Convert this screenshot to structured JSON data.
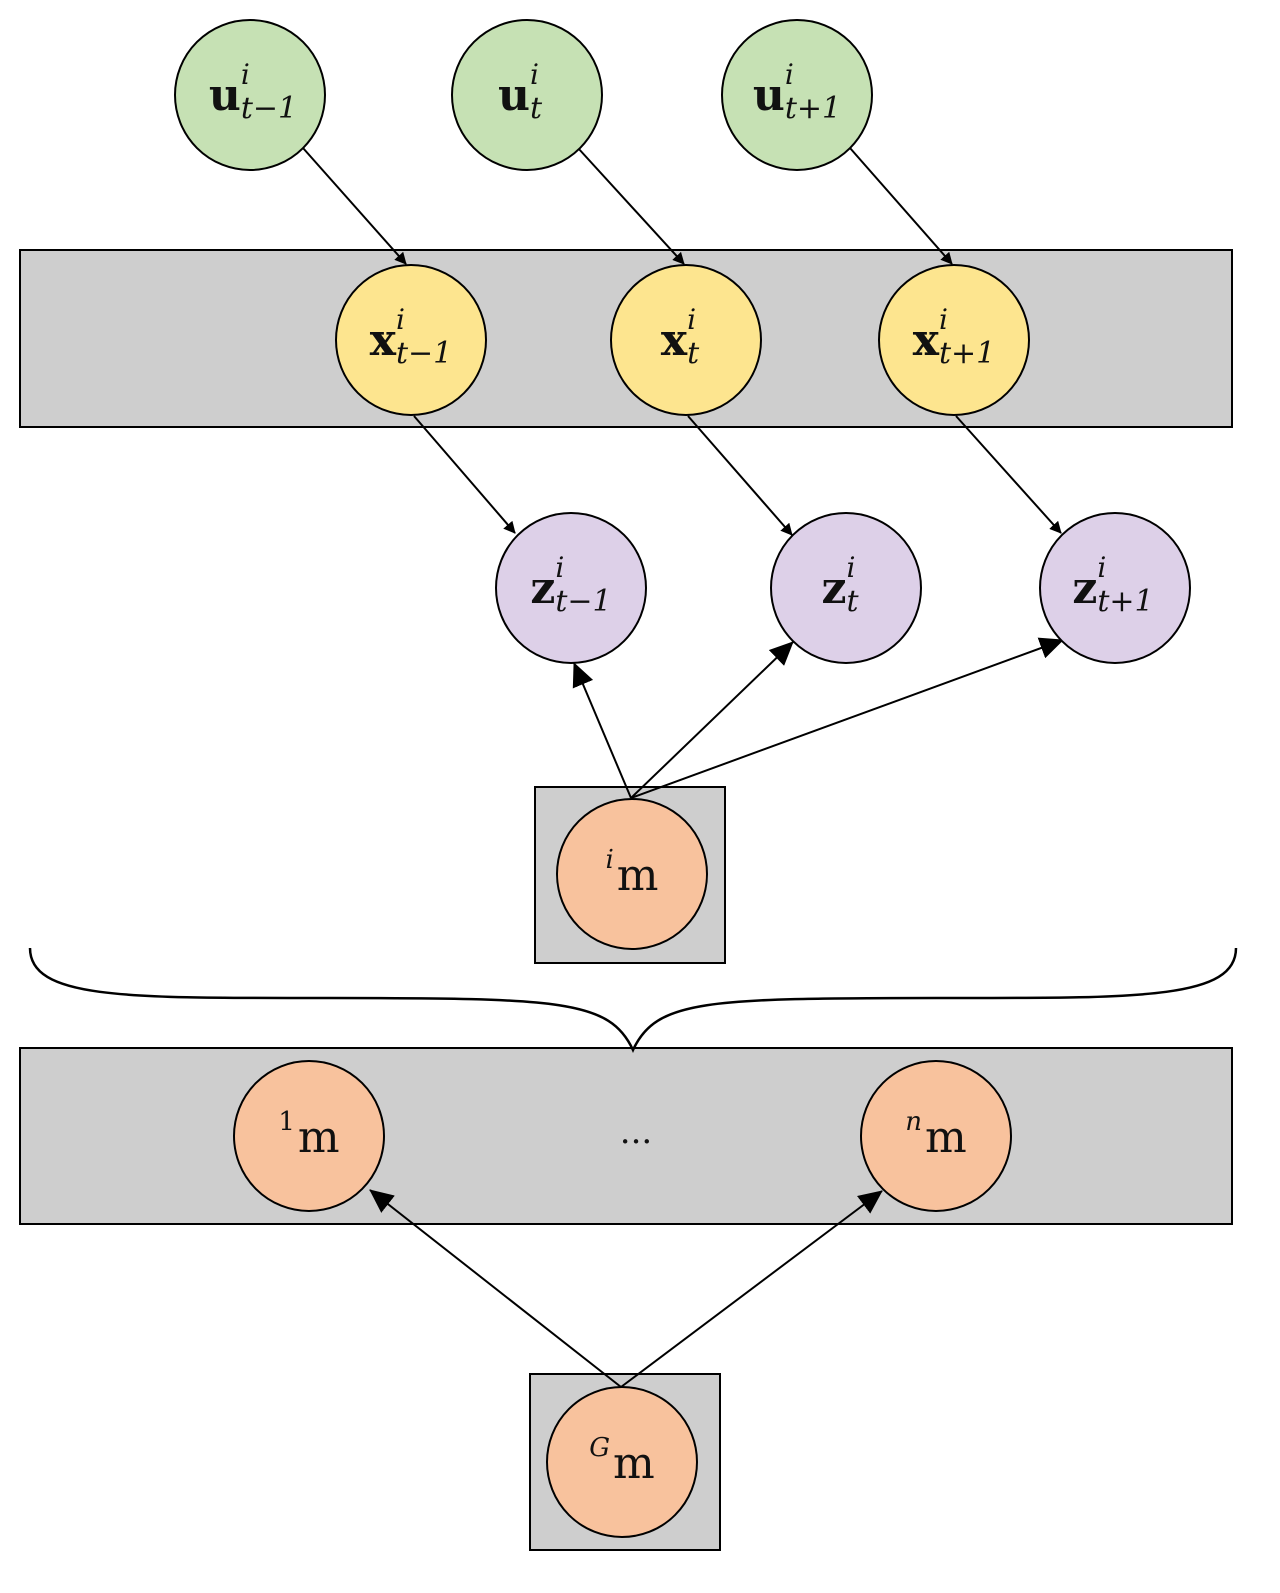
{
  "colors": {
    "input_node": "#c6e1b4",
    "state_node": "#fde58f",
    "measurement_node": "#ddd0e8",
    "map_node": "#f8c29d",
    "plate": "#cecece",
    "stroke": "#000000"
  },
  "nodes": {
    "u_prev": {
      "base": "u",
      "sup": "i",
      "sub": "t−1"
    },
    "u_curr": {
      "base": "u",
      "sup": "i",
      "sub": "t"
    },
    "u_next": {
      "base": "u",
      "sup": "i",
      "sub": "t+1"
    },
    "x_prev": {
      "base": "x",
      "sup": "i",
      "sub": "t−1"
    },
    "x_curr": {
      "base": "x",
      "sup": "i",
      "sub": "t"
    },
    "x_next": {
      "base": "x",
      "sup": "i",
      "sub": "t+1"
    },
    "z_prev": {
      "base": "z",
      "sup": "i",
      "sub": "t−1"
    },
    "z_curr": {
      "base": "z",
      "sup": "i",
      "sub": "t"
    },
    "z_next": {
      "base": "z",
      "sup": "i",
      "sub": "t+1"
    },
    "m_i": {
      "pre": "i",
      "base": "m"
    },
    "m_1": {
      "pre": "1",
      "base": "m"
    },
    "m_n": {
      "pre": "n",
      "base": "m"
    },
    "m_G": {
      "pre": "G",
      "base": "m"
    }
  },
  "ellipsis": "..."
}
